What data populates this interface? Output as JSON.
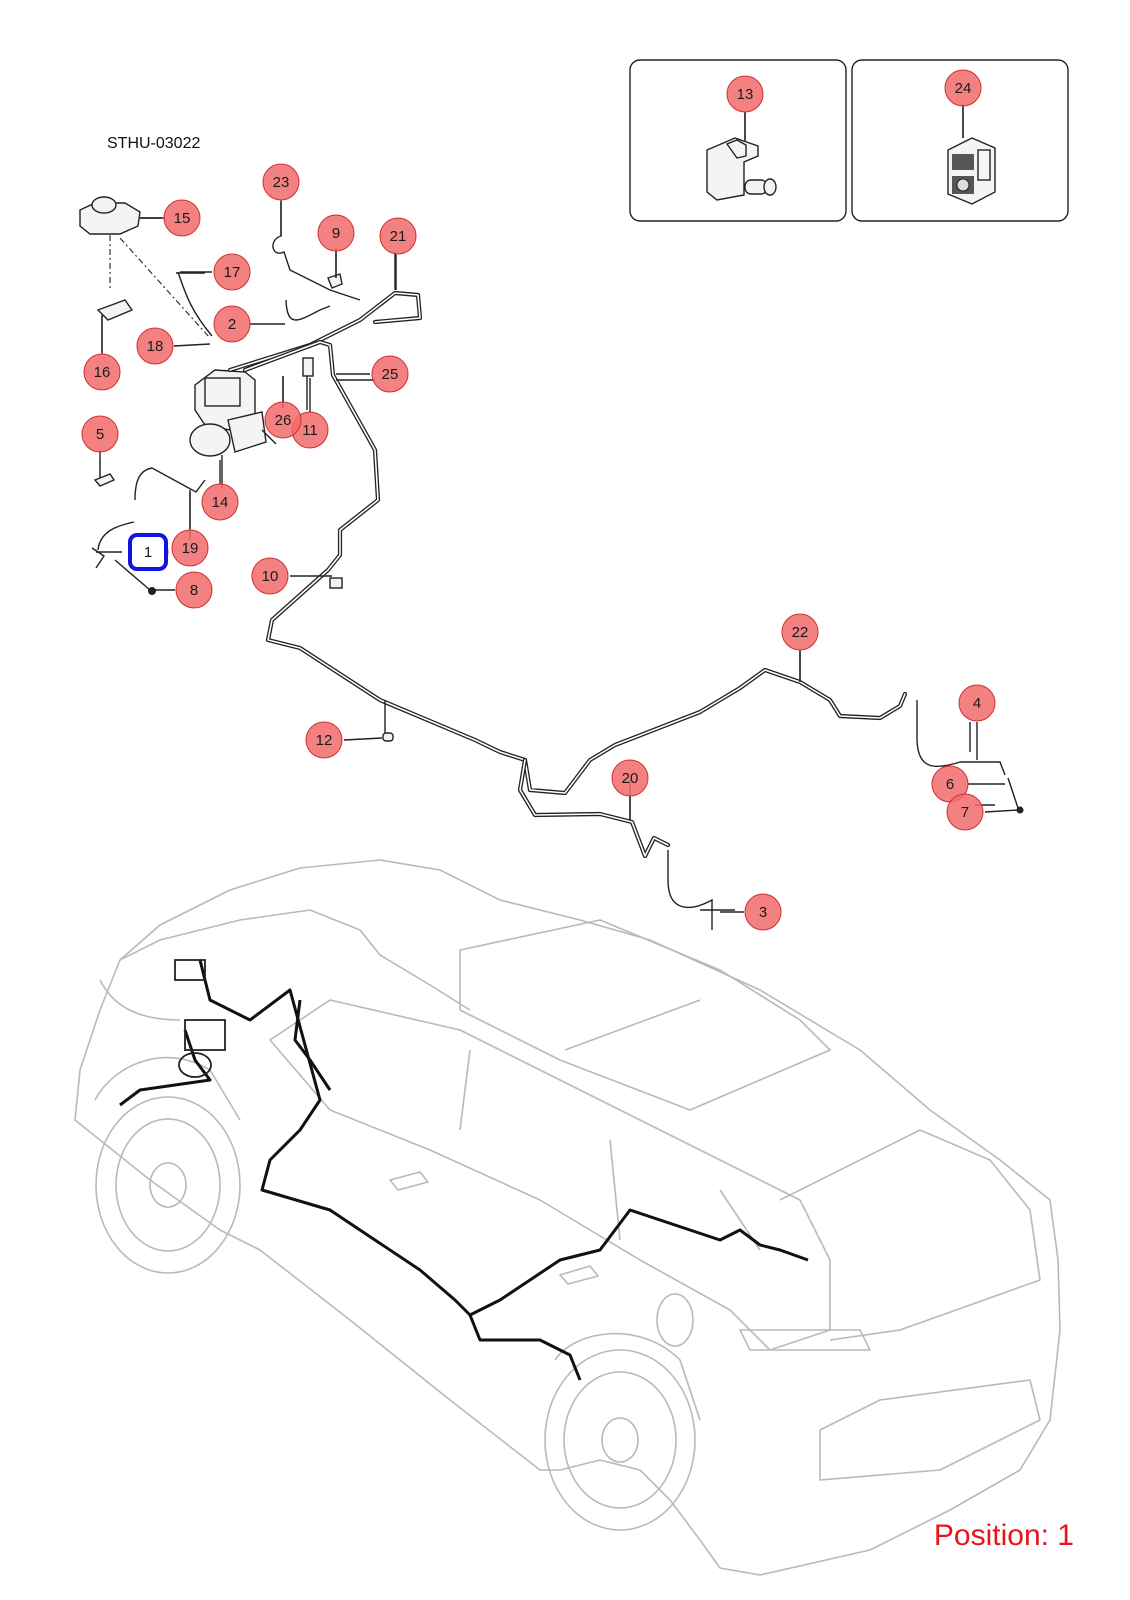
{
  "diagram_code": "STHU-03022",
  "position_label": "Position: 1",
  "callouts": [
    {
      "num": "1",
      "selected": true
    },
    {
      "num": "2"
    },
    {
      "num": "3"
    },
    {
      "num": "4"
    },
    {
      "num": "5"
    },
    {
      "num": "6"
    },
    {
      "num": "7"
    },
    {
      "num": "8"
    },
    {
      "num": "9"
    },
    {
      "num": "10"
    },
    {
      "num": "11"
    },
    {
      "num": "12"
    },
    {
      "num": "13"
    },
    {
      "num": "14"
    },
    {
      "num": "15"
    },
    {
      "num": "16"
    },
    {
      "num": "17"
    },
    {
      "num": "18"
    },
    {
      "num": "19"
    },
    {
      "num": "20"
    },
    {
      "num": "21"
    },
    {
      "num": "22"
    },
    {
      "num": "23"
    },
    {
      "num": "24"
    },
    {
      "num": "25"
    },
    {
      "num": "26"
    }
  ],
  "colors": {
    "callout_fill": "#f26b6b",
    "callout_stroke": "#d13030",
    "selected_box": "#1414e0",
    "position_text": "#e8141c"
  }
}
